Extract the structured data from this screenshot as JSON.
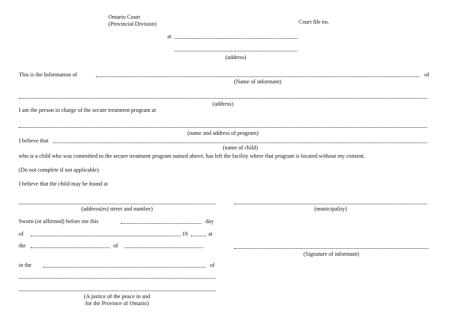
{
  "header": {
    "court_line1": "Ontario Court",
    "court_line2": "(Provincial Division)",
    "file_no": "Court file no."
  },
  "form": {
    "at_label": "at",
    "address_caption": "(address)",
    "information_of": "This is the Information of",
    "of_label": "of",
    "name_informant_caption": "(Name of informant)",
    "address_caption_2": "(address)",
    "person_in_charge": "I am the person in charge of the secure treatment program at",
    "name_address_program_caption": "(name and address of program)",
    "i_believe_that": "I believe that",
    "name_child_caption": "(name of child)",
    "child_statement": "who is a child who was committed to the secure treatment program named above, has left the facility where that program is located without my consent.",
    "do_not_complete": "(Do not complete if not applicable)",
    "believe_found": "I believe that the child may be found at",
    "address_street_caption": "(address(es) street and number)",
    "municipality_caption": "(municipality)",
    "sworn": "Sworn (or affirmed) before me this",
    "day_label": "day",
    "of_label_2": "of",
    "year_label": "19",
    "at_label_2": "at",
    "the_label": "the",
    "of_label_3": "of",
    "signature_caption": "(Signature of informant)",
    "in_the_label": "in the",
    "of_label_4": "of",
    "justice_line1": "(A justice of the peace in and",
    "justice_line2": "for the Province of Ontario)"
  }
}
